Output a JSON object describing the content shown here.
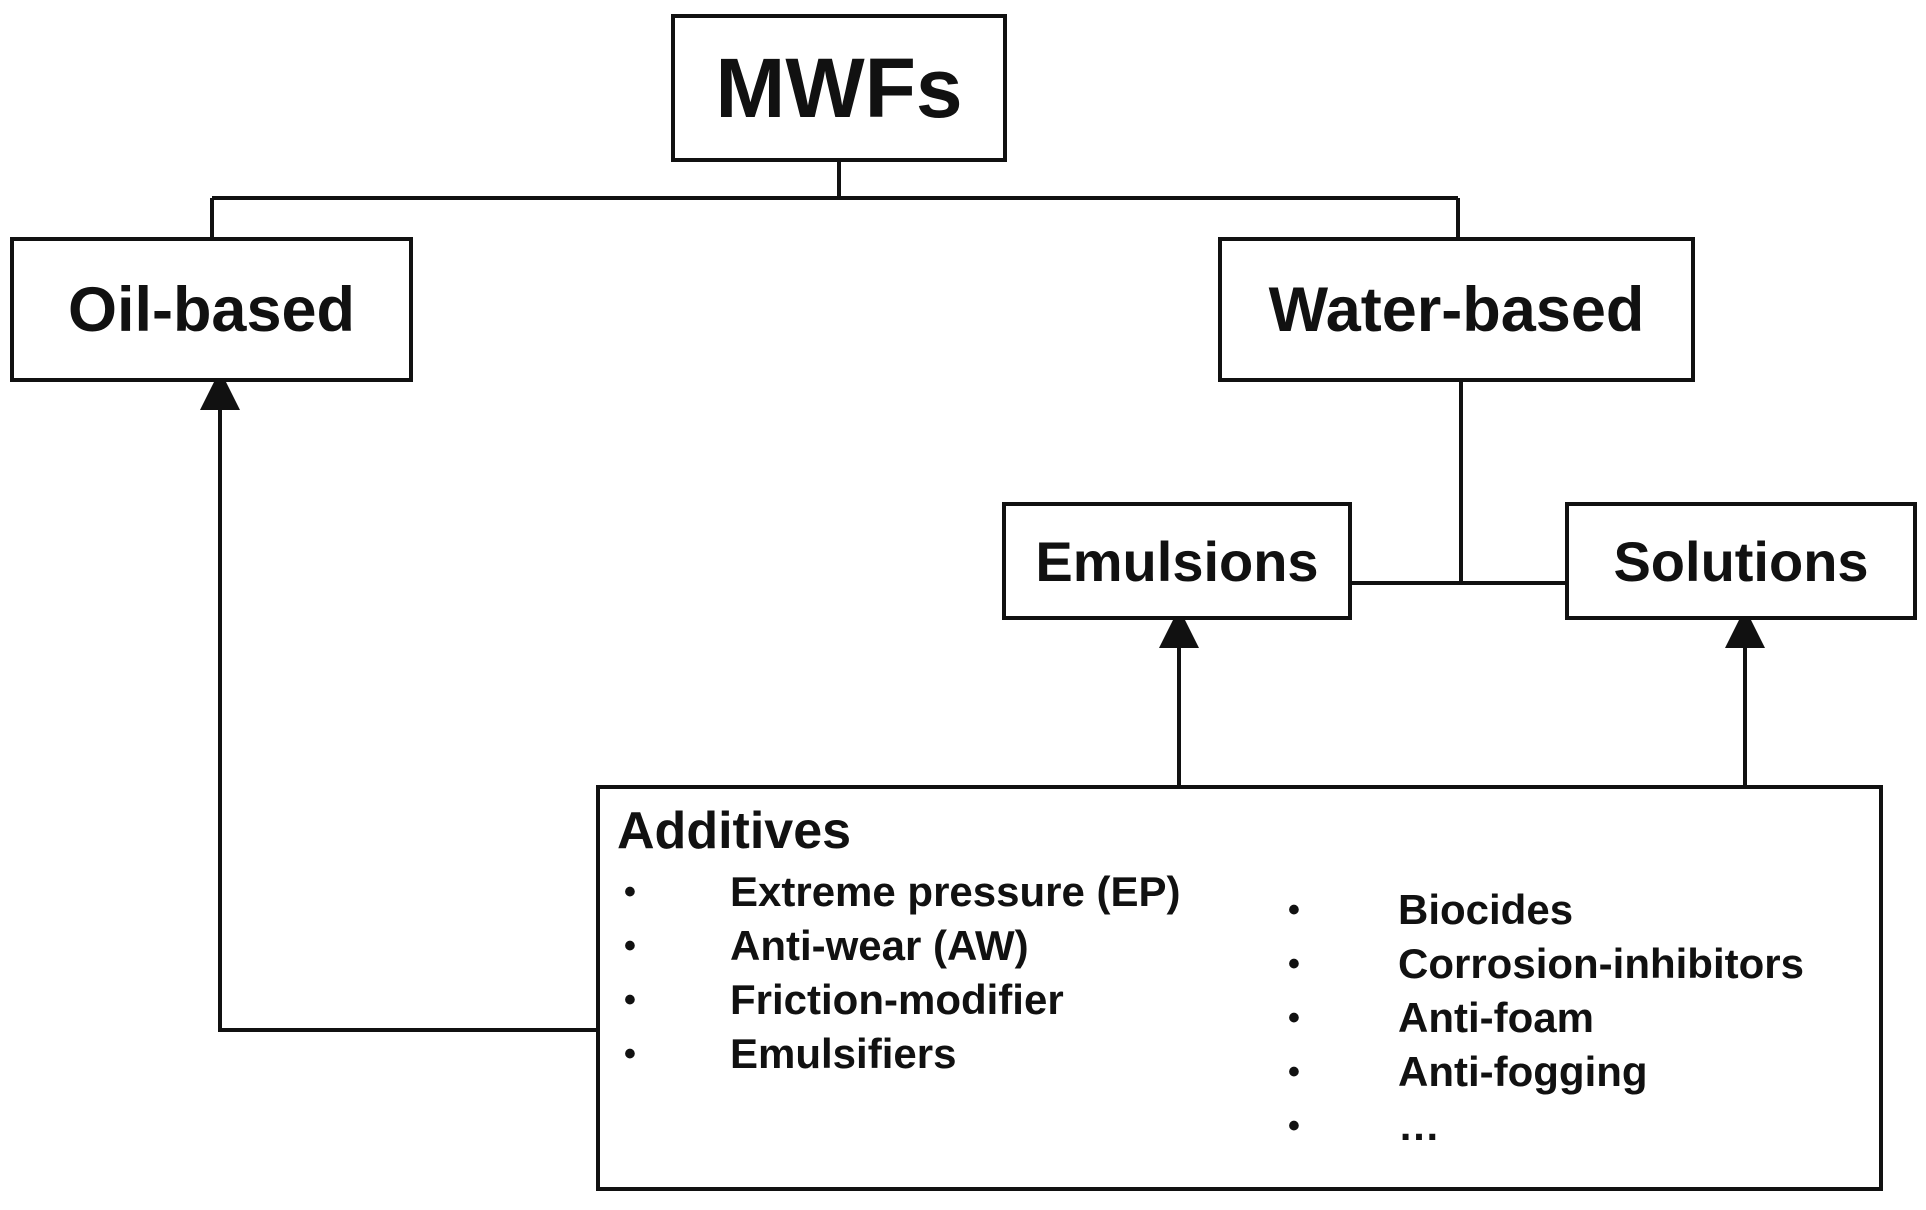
{
  "diagram": {
    "root": {
      "label": "MWFs"
    },
    "categories": {
      "oil": {
        "label": "Oil-based"
      },
      "water": {
        "label": "Water-based"
      }
    },
    "water_types": {
      "emulsions": {
        "label": "Emulsions"
      },
      "solutions": {
        "label": "Solutions"
      }
    },
    "additives": {
      "title": "Additives",
      "bullet": "•",
      "left_items": [
        "Extreme pressure (EP)",
        "Anti-wear (AW)",
        "Friction-modifier",
        "Emulsifiers"
      ],
      "right_items": [
        "Biocides",
        "Corrosion-inhibitors",
        "Anti-foam",
        "Anti-fogging",
        "…"
      ]
    },
    "connections": [
      {
        "from": "MWFs",
        "to": "Oil-based",
        "type": "line"
      },
      {
        "from": "MWFs",
        "to": "Water-based",
        "type": "line"
      },
      {
        "from": "Water-based",
        "to": "Emulsions",
        "type": "line"
      },
      {
        "from": "Water-based",
        "to": "Solutions",
        "type": "line"
      },
      {
        "from": "Additives",
        "to": "Oil-based",
        "type": "arrow"
      },
      {
        "from": "Additives",
        "to": "Emulsions",
        "type": "arrow"
      },
      {
        "from": "Additives",
        "to": "Solutions",
        "type": "arrow"
      }
    ],
    "colors": {
      "stroke": "#111111",
      "background": "#ffffff"
    }
  }
}
